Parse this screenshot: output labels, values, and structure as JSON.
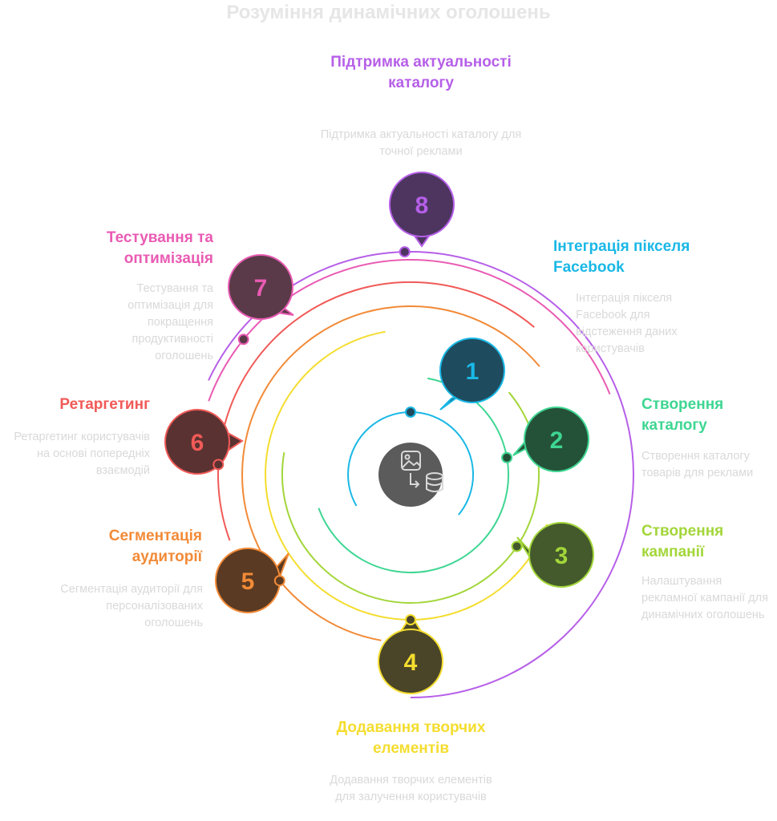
{
  "title": "Розуміння динамічних оголошень",
  "center_icons": [
    "image-icon",
    "arrow-icon",
    "database-icon"
  ],
  "steps": [
    {
      "number": "1",
      "title": "Інтеграція пікселя Facebook",
      "description": "Інтеграція пікселя Facebook для відстеження даних користувачів",
      "color": "#1ab8e6",
      "fill": "#1f4b5e"
    },
    {
      "number": "2",
      "title": "Створення каталогу",
      "description": "Створення каталогу товарів для реклами",
      "color": "#3ed692",
      "fill": "#245238"
    },
    {
      "number": "3",
      "title": "Створення кампанії",
      "description": "Налаштування рекламної кампанії для динамічних оголошень",
      "color": "#a3d63a",
      "fill": "#445a2c"
    },
    {
      "number": "4",
      "title": "Додавання творчих елементів",
      "description": "Додавання творчих елементів для залучення користувачів",
      "color": "#f4dd2e",
      "fill": "#4a4528"
    },
    {
      "number": "5",
      "title": "Сегментація аудиторії",
      "description": "Сегментація аудиторії для персоналізованих оголошень",
      "color": "#f28a37",
      "fill": "#5a3a22"
    },
    {
      "number": "6",
      "title": "Ретаргетинг",
      "description": "Ретаргетинг користувачів на основі попередніх взаємодій",
      "color": "#f05a57",
      "fill": "#5a3232"
    },
    {
      "number": "7",
      "title": "Тестування та оптимізація",
      "description": "Тестування та оптимізація для покращення продуктивності оголошень",
      "color": "#e95bb3",
      "fill": "#5a3a48"
    },
    {
      "number": "8",
      "title": "Підтримка актуальності каталогу",
      "description": "Підтримка актуальності каталогу для точної реклами",
      "color": "#b65fe8",
      "fill": "#4d3560"
    }
  ]
}
